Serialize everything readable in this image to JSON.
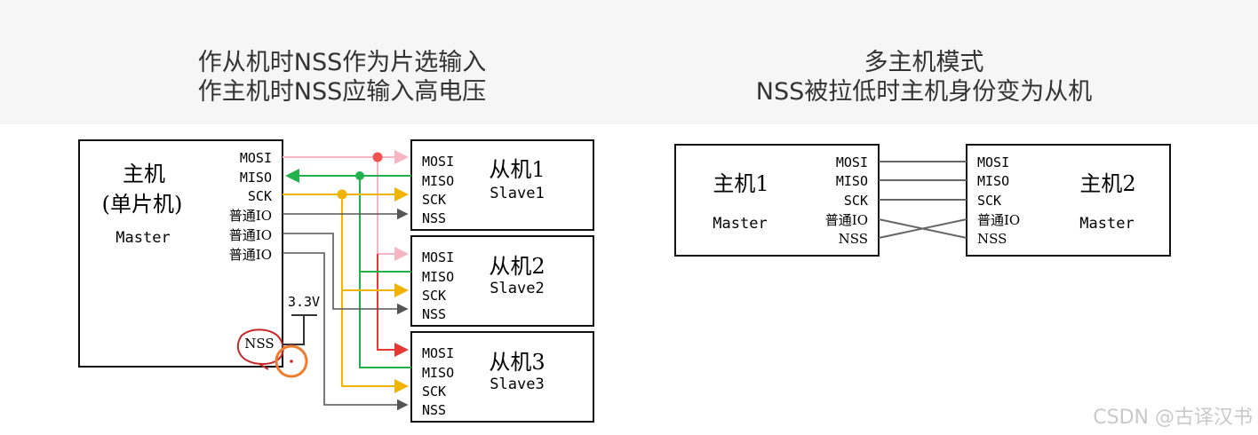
{
  "left_title": {
    "line1": "作从机时NSS作为片选输入",
    "line2": "作主机时NSS应输入高电压"
  },
  "right_title": {
    "line1": "多主机模式",
    "line2": "NSS被拉低时主机身份变为从机"
  },
  "master": {
    "name": "主机",
    "sub": "(单片机)",
    "label": "Master",
    "pins": [
      "MOSI",
      "MISO",
      "SCK",
      "普通IO",
      "普通IO",
      "普通IO"
    ],
    "nss": "NSS",
    "voltage": "3.3V"
  },
  "slaves": [
    {
      "name": "从机1",
      "label": "Slave1",
      "pins": [
        "MOSI",
        "MISO",
        "SCK",
        "NSS"
      ]
    },
    {
      "name": "从机2",
      "label": "Slave2",
      "pins": [
        "MOSI",
        "MISO",
        "SCK",
        "NSS"
      ]
    },
    {
      "name": "从机3",
      "label": "Slave3",
      "pins": [
        "MOSI",
        "MISO",
        "SCK",
        "NSS"
      ]
    }
  ],
  "multi": {
    "host1": {
      "name": "主机1",
      "label": "Master",
      "pins": [
        "MOSI",
        "MISO",
        "SCK",
        "普通IO",
        "NSS"
      ]
    },
    "host2": {
      "name": "主机2",
      "label": "Master",
      "pins": [
        "MOSI",
        "MISO",
        "SCK",
        "普通IO",
        "NSS"
      ]
    }
  },
  "colors": {
    "mosi": "#f4b6c2",
    "miso": "#22b14c",
    "sck": "#f0b400",
    "io": "#555555",
    "ink": "#111111",
    "annot_red": "#c62828",
    "annot_orange": "#ef7b2f"
  },
  "watermark": "CSDN @古译汉书"
}
